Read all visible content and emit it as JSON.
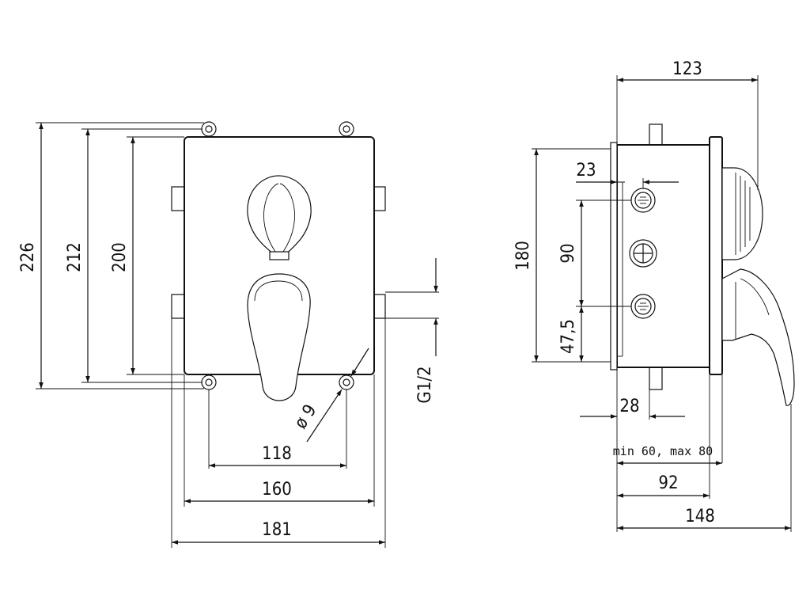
{
  "front_view": {
    "dim_226": "226",
    "dim_212": "212",
    "dim_200": "200",
    "dim_118": "118",
    "dim_160": "160",
    "dim_181": "181",
    "dim_hole": "ø 9",
    "dim_thread": "G1/2"
  },
  "side_view": {
    "dim_123": "123",
    "dim_23": "23",
    "dim_180": "180",
    "dim_90": "90",
    "dim_47_5": "47,5",
    "dim_28": "28",
    "dim_install": "min 60, max 80",
    "dim_92": "92",
    "dim_148": "148"
  }
}
